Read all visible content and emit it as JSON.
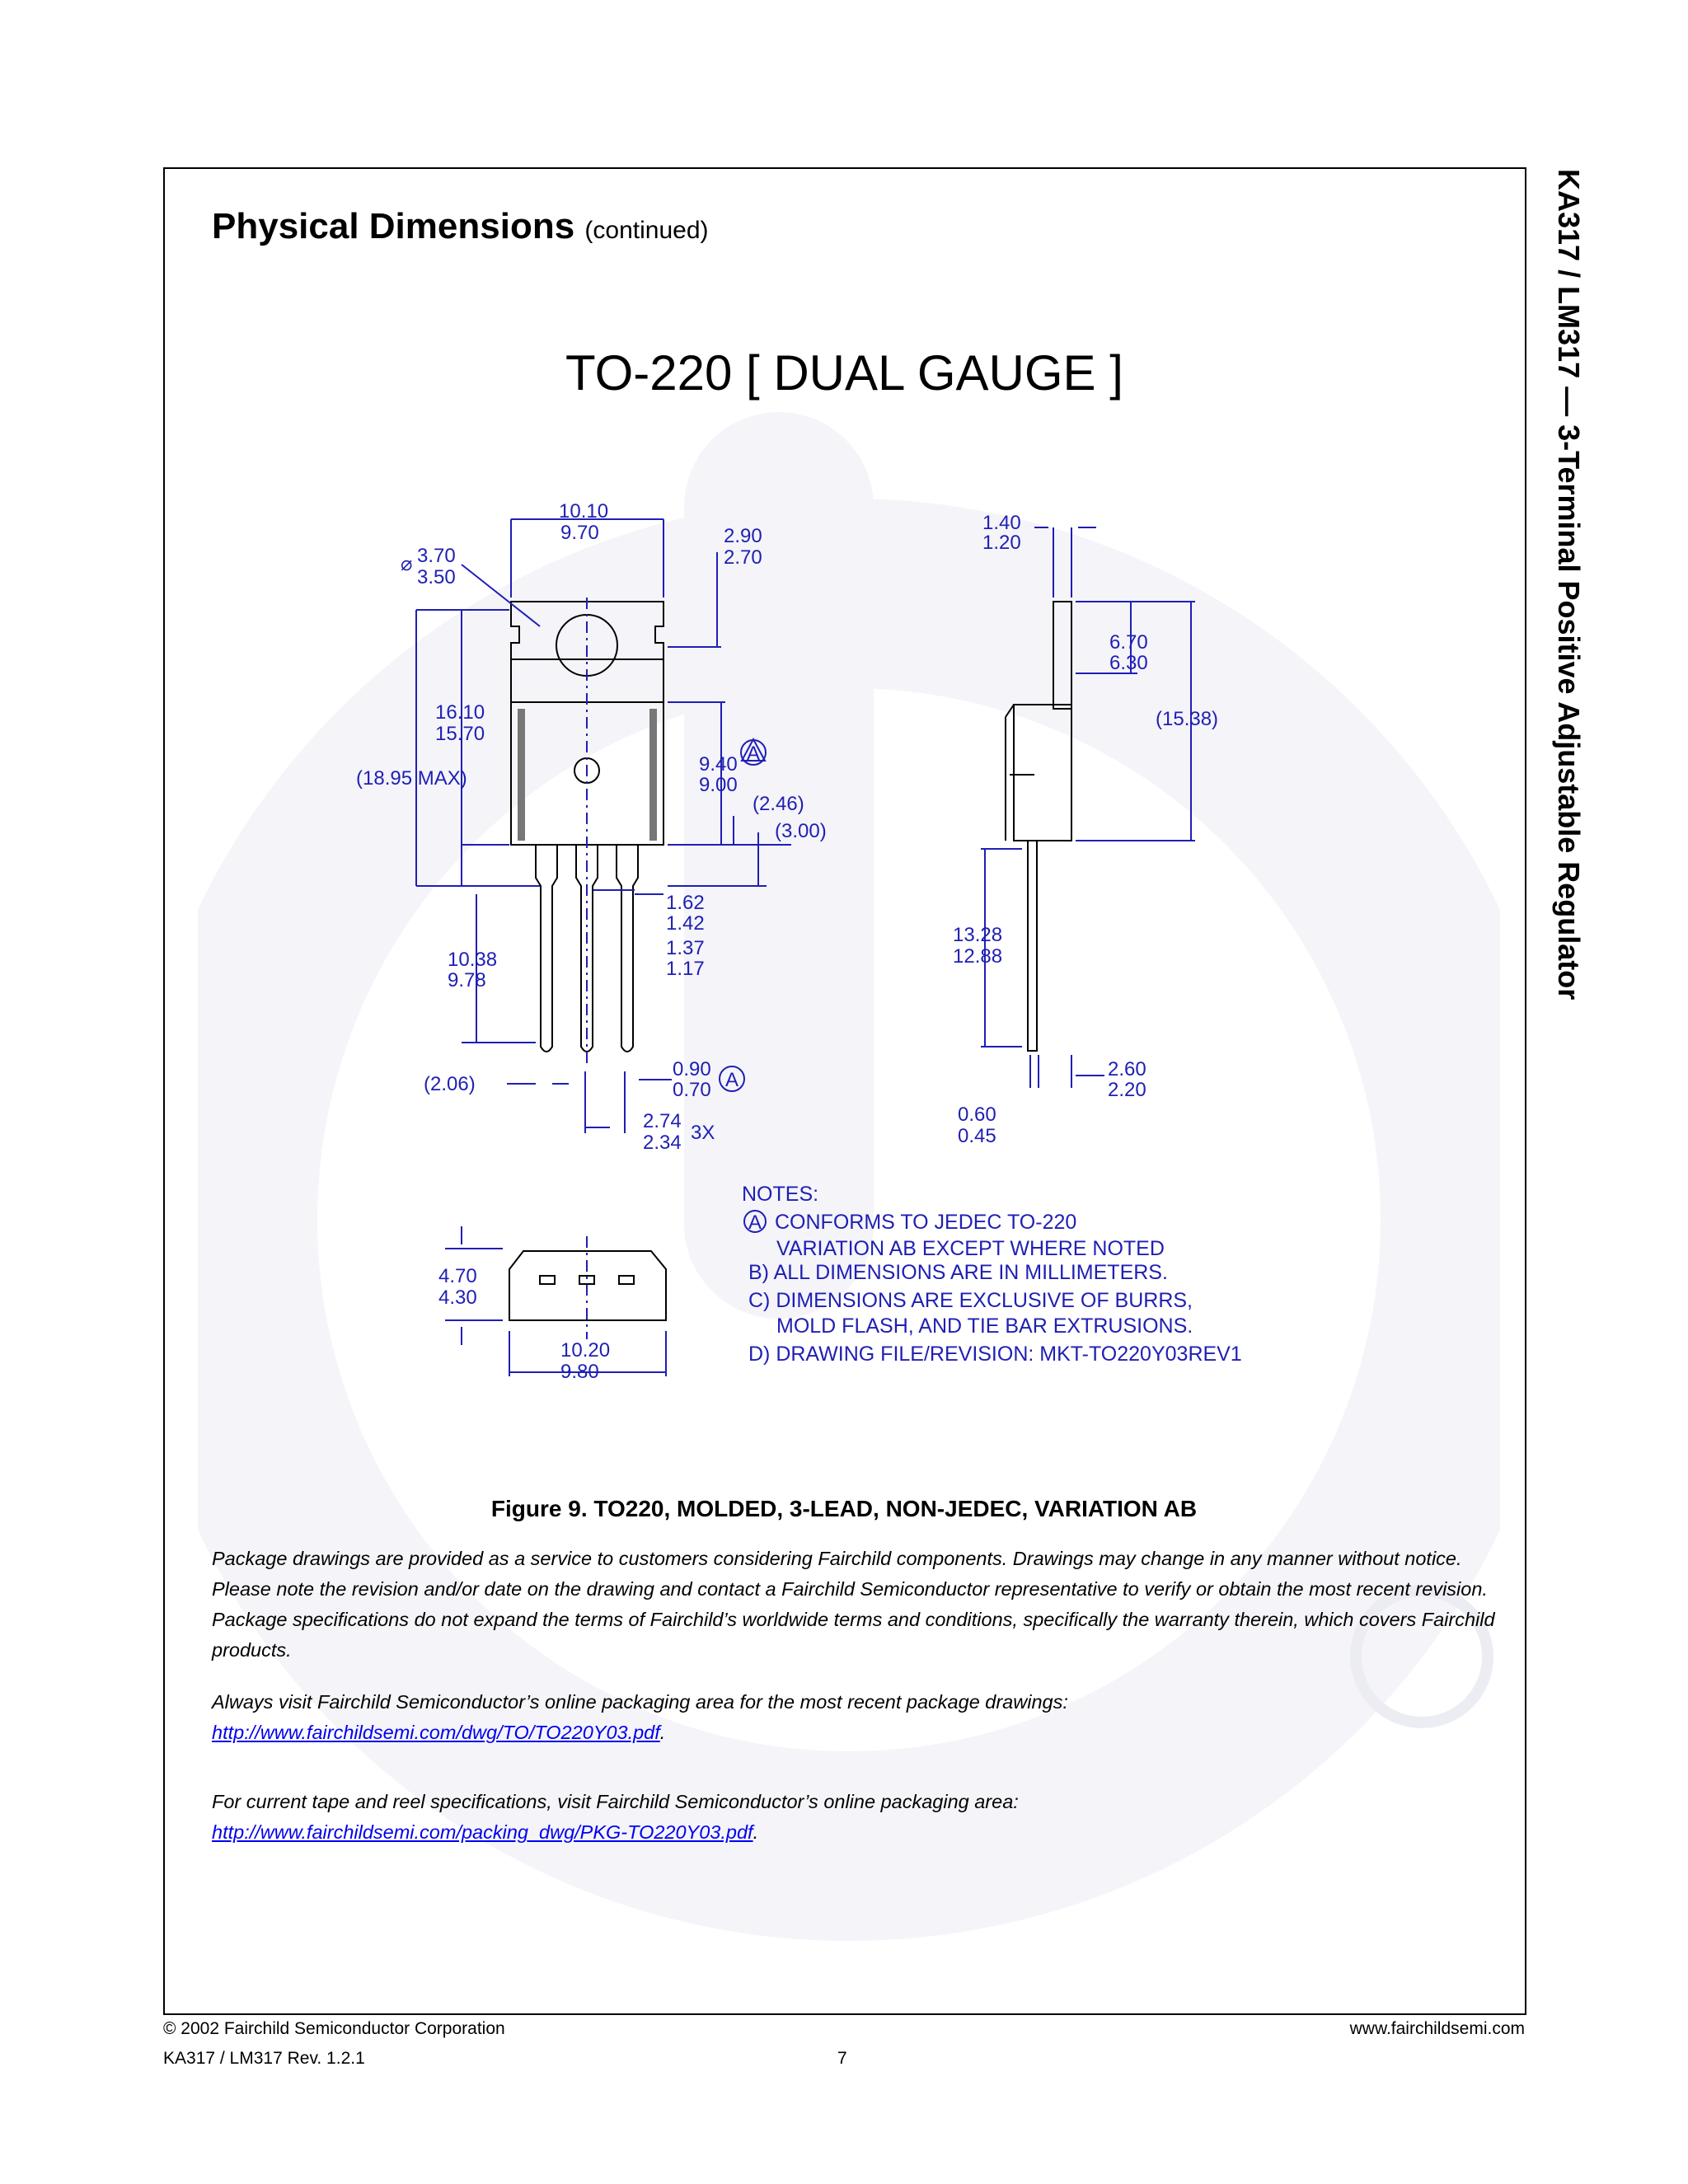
{
  "side_title": "KA317 / LM317 — 3-Terminal Positive Adjustable Regulator",
  "section": {
    "title": "Physical Dimensions",
    "continued": "(continued)"
  },
  "package_title": "TO-220 [ DUAL GAUGE ]",
  "dims": {
    "w_top": "10.10",
    "w_bot": "9.70",
    "hole_top": "3.70",
    "hole_bot": "3.50",
    "tab_top": "2.90",
    "tab_bot": "2.70",
    "body_top": "16.10",
    "body_bot": "15.70",
    "overall": "(18.95 MAX)",
    "mid_top": "9.40",
    "mid_bot": "9.00",
    "d246": "(2.46)",
    "d300": "(3.00)",
    "l1_top": "1.62",
    "l1_bot": "1.42",
    "l2_top": "1.37",
    "l2_bot": "1.17",
    "lead_top": "10.38",
    "lead_bot": "9.78",
    "d206": "(2.06)",
    "lw_top": "0.90",
    "lw_bot": "0.70",
    "pitch_top": "2.74",
    "pitch_bot": "2.34",
    "pitch_x": "3X",
    "th_top": "1.40",
    "th_bot": "1.20",
    "t2_top": "6.70",
    "t2_bot": "6.30",
    "d1538": "(15.38)",
    "sl_top": "13.28",
    "sl_bot": "12.88",
    "s_top": "2.60",
    "s_bot": "2.20",
    "sw_top": "0.60",
    "sw_bot": "0.45",
    "h_top": "4.70",
    "h_bot": "4.30",
    "bw_top": "10.20",
    "bw_bot": "9.80",
    "a_mark": "A"
  },
  "notes": {
    "heading": "NOTES:",
    "a1": "CONFORMS TO JEDEC TO-220",
    "a2": "VARIATION AB EXCEPT WHERE NOTED",
    "b": "B) ALL DIMENSIONS ARE IN MILLIMETERS.",
    "c1": "C) DIMENSIONS ARE EXCLUSIVE OF BURRS,",
    "c2": "MOLD FLASH, AND TIE BAR EXTRUSIONS.",
    "d": "D) DRAWING FILE/REVISION: MKT-TO220Y03REV1"
  },
  "caption": "Figure 9. TO220, MOLDED, 3-LEAD, NON-JEDEC, VARIATION AB",
  "para1": "Package drawings are provided as a service to customers considering Fairchild components. Drawings may change in any manner without notice. Please note the revision and/or date on the drawing and contact a Fairchild Semiconductor representative to verify or obtain the most recent revision. Package specifications do not expand the terms of Fairchild’s worldwide terms and conditions, specifically the warranty therein, which covers Fairchild products.",
  "para2": "Always visit Fairchild Semiconductor’s online packaging area for the most recent package drawings:",
  "link1": "http://www.fairchildsemi.com/dwg/TO/TO220Y03.pdf",
  "para3": "For current tape and reel specifications, visit Fairchild Semiconductor’s online packaging area:",
  "link2": "http://www.fairchildsemi.com/packing_dwg/PKG-TO220Y03.pdf",
  "footer": {
    "copyright": "© 2002 Fairchild Semiconductor Corporation",
    "website": "www.fairchildsemi.com",
    "rev": "KA317 / LM317 Rev. 1.2.1",
    "page": "7"
  },
  "colors": {
    "drawing_ink": "#1f1fb4",
    "watermark": "#f4f4f9"
  }
}
